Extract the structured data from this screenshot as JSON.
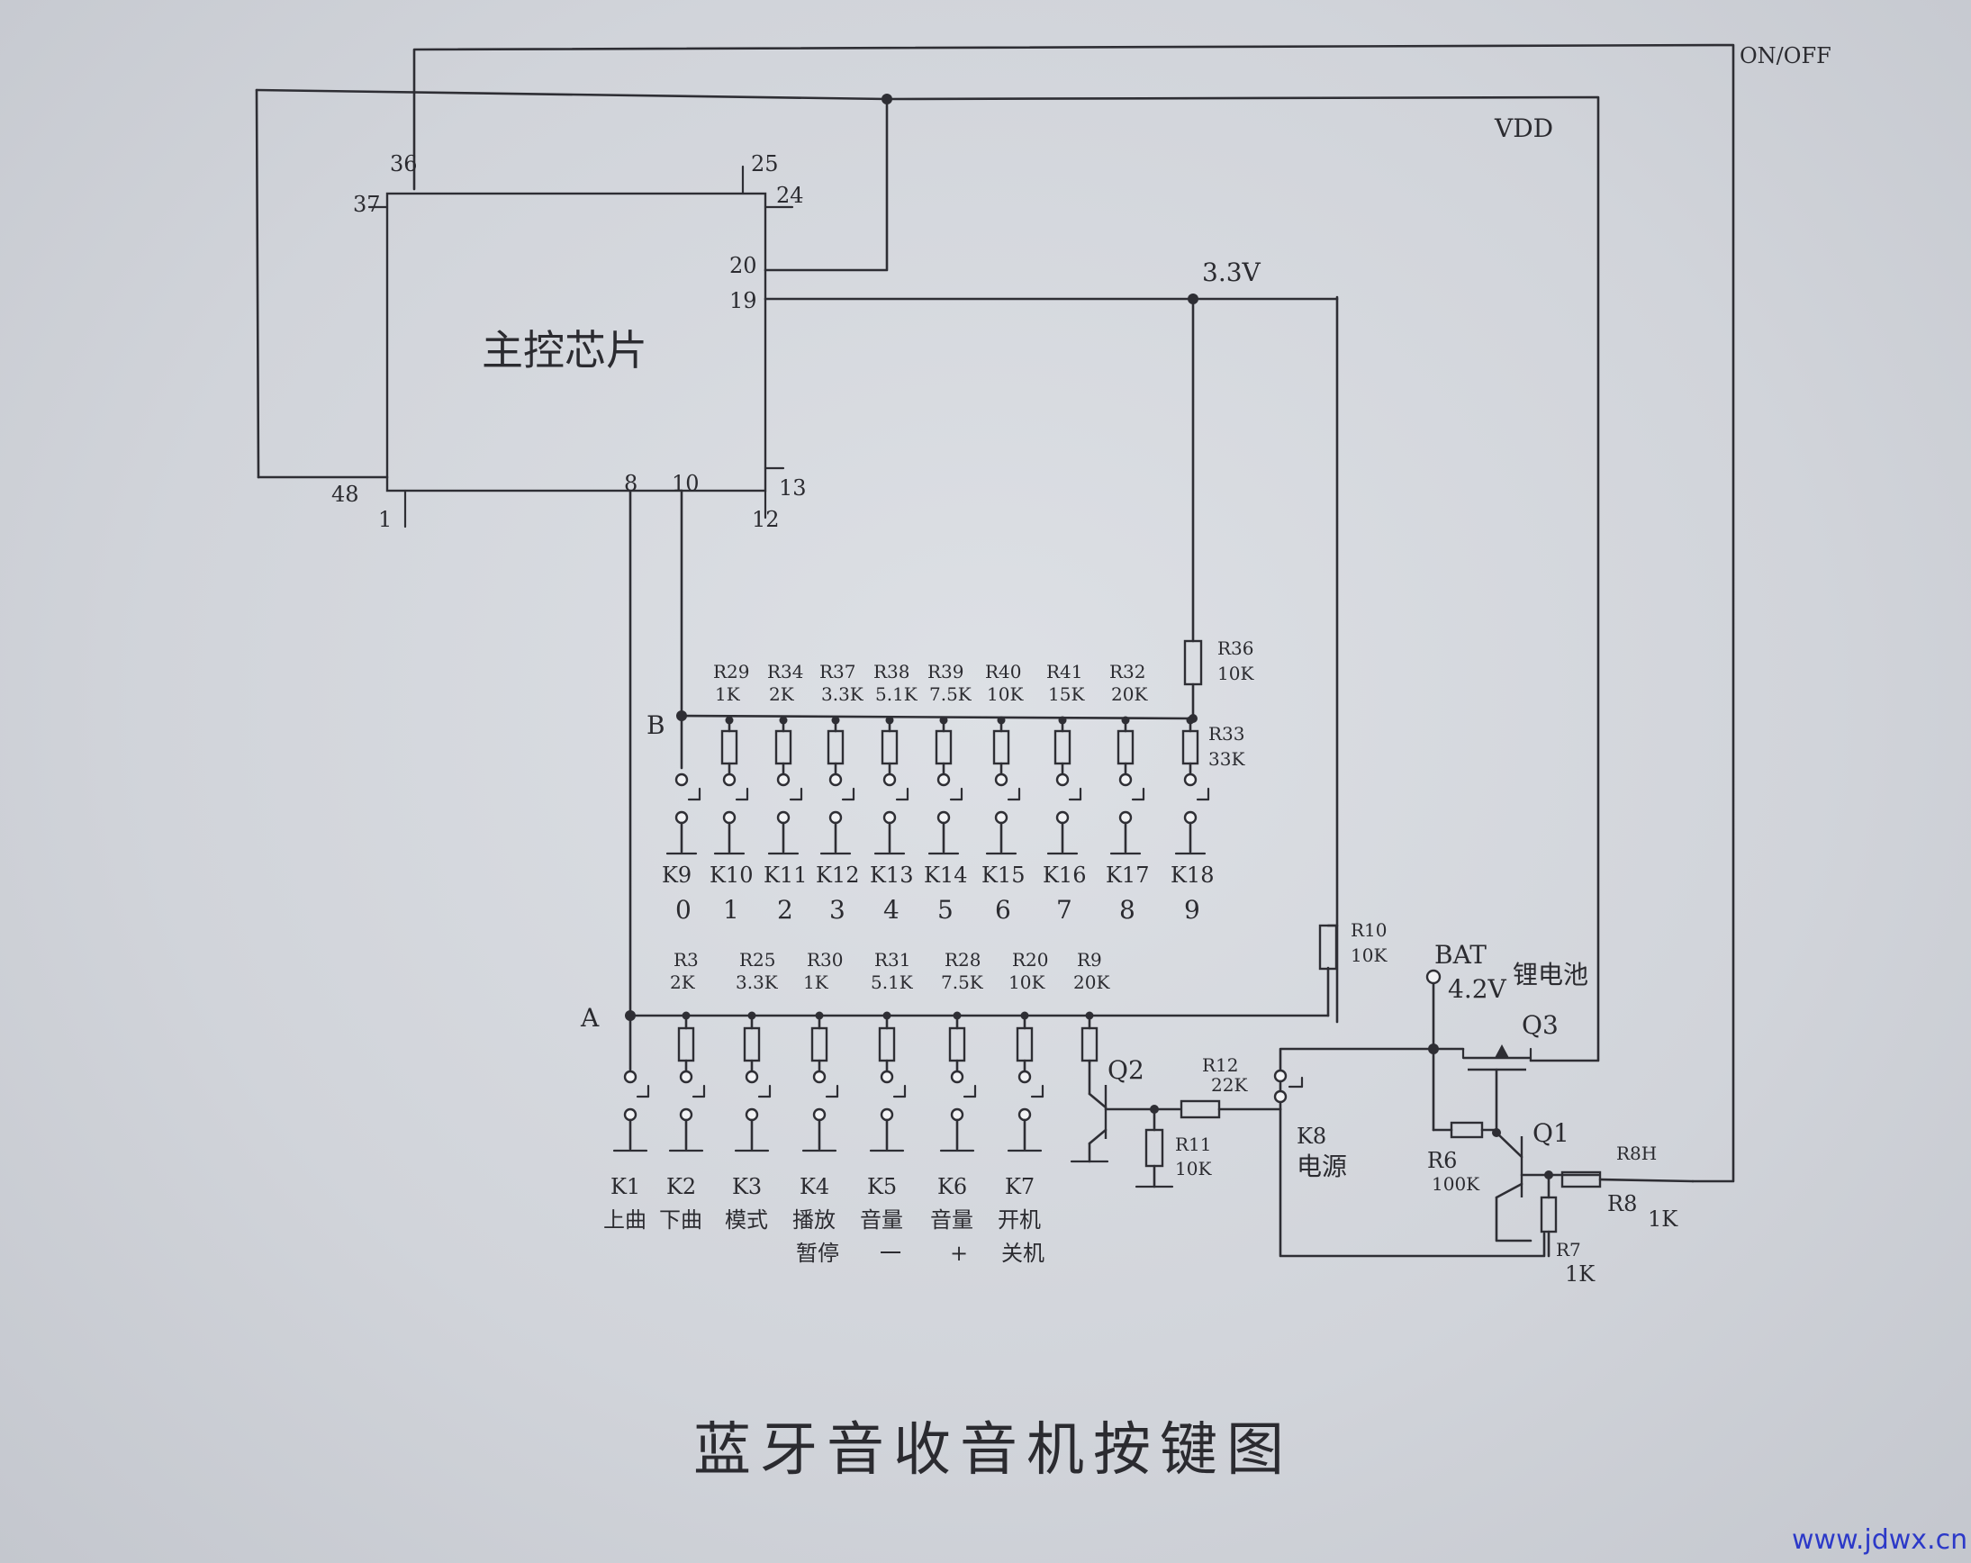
{
  "chip": {
    "label": "主控芯片",
    "pins": [
      "36",
      "37",
      "25",
      "24",
      "20",
      "19",
      "48",
      "1",
      "8",
      "10",
      "13",
      "12"
    ]
  },
  "rails": {
    "on_off": "ON/OFF",
    "vdd": "VDD",
    "v33": "3.3V"
  },
  "nodes": {
    "a": "A",
    "b": "B"
  },
  "row_b": {
    "resistors": [
      {
        "name": "R29",
        "value": "1K"
      },
      {
        "name": "R34",
        "value": "2K"
      },
      {
        "name": "R37",
        "value": "3.3K"
      },
      {
        "name": "R38",
        "value": "5.1K"
      },
      {
        "name": "R39",
        "value": "7.5K"
      },
      {
        "name": "R40",
        "value": "10K"
      },
      {
        "name": "R41",
        "value": "15K"
      },
      {
        "name": "R32",
        "value": "20K"
      }
    ],
    "pullup": {
      "name": "R36",
      "value": "10K"
    },
    "last": {
      "name": "R33",
      "value": "33K"
    },
    "keys": [
      {
        "name": "K9",
        "digit": "0"
      },
      {
        "name": "K10",
        "digit": "1"
      },
      {
        "name": "K11",
        "digit": "2"
      },
      {
        "name": "K12",
        "digit": "3"
      },
      {
        "name": "K13",
        "digit": "4"
      },
      {
        "name": "K14",
        "digit": "5"
      },
      {
        "name": "K15",
        "digit": "6"
      },
      {
        "name": "K16",
        "digit": "7"
      },
      {
        "name": "K17",
        "digit": "8"
      },
      {
        "name": "K18",
        "digit": "9"
      }
    ]
  },
  "row_a": {
    "resistors": [
      {
        "name": "R3",
        "value": "2K"
      },
      {
        "name": "R25",
        "value": "3.3K"
      },
      {
        "name": "R30",
        "value": "1K"
      },
      {
        "name": "R31",
        "value": "5.1K"
      },
      {
        "name": "R28",
        "value": "7.5K"
      },
      {
        "name": "R20",
        "value": "10K"
      },
      {
        "name": "R9",
        "value": "20K"
      }
    ],
    "pullup": {
      "name": "R10",
      "value": "10K"
    },
    "keys": [
      {
        "name": "K1",
        "func": "上曲"
      },
      {
        "name": "K2",
        "func": "下曲"
      },
      {
        "name": "K3",
        "func": "模式"
      },
      {
        "name": "K4",
        "func": "播放",
        "func2": "暂停"
      },
      {
        "name": "K5",
        "func": "音量",
        "func2": "一"
      },
      {
        "name": "K6",
        "func": "音量",
        "func2": "+"
      },
      {
        "name": "K7",
        "func": "开机",
        "func2": "关机"
      }
    ]
  },
  "power": {
    "q2": "Q2",
    "r12": {
      "name": "R12",
      "value": "22K"
    },
    "r11": {
      "name": "R11",
      "value": "10K"
    },
    "k8": {
      "name": "K8",
      "func": "电源"
    },
    "bat": {
      "name": "BAT",
      "voltage": "4.2V",
      "type": "锂电池"
    },
    "q3": "Q3",
    "q1": "Q1",
    "r6": {
      "name": "R6",
      "value": "100K"
    },
    "r7": {
      "name": "R7",
      "value": "1K"
    },
    "r8": {
      "name": "R8",
      "value": "1K",
      "alt": "R8H"
    }
  },
  "caption": "蓝牙音收音机按键图",
  "watermark": "www.jdwx.cn"
}
